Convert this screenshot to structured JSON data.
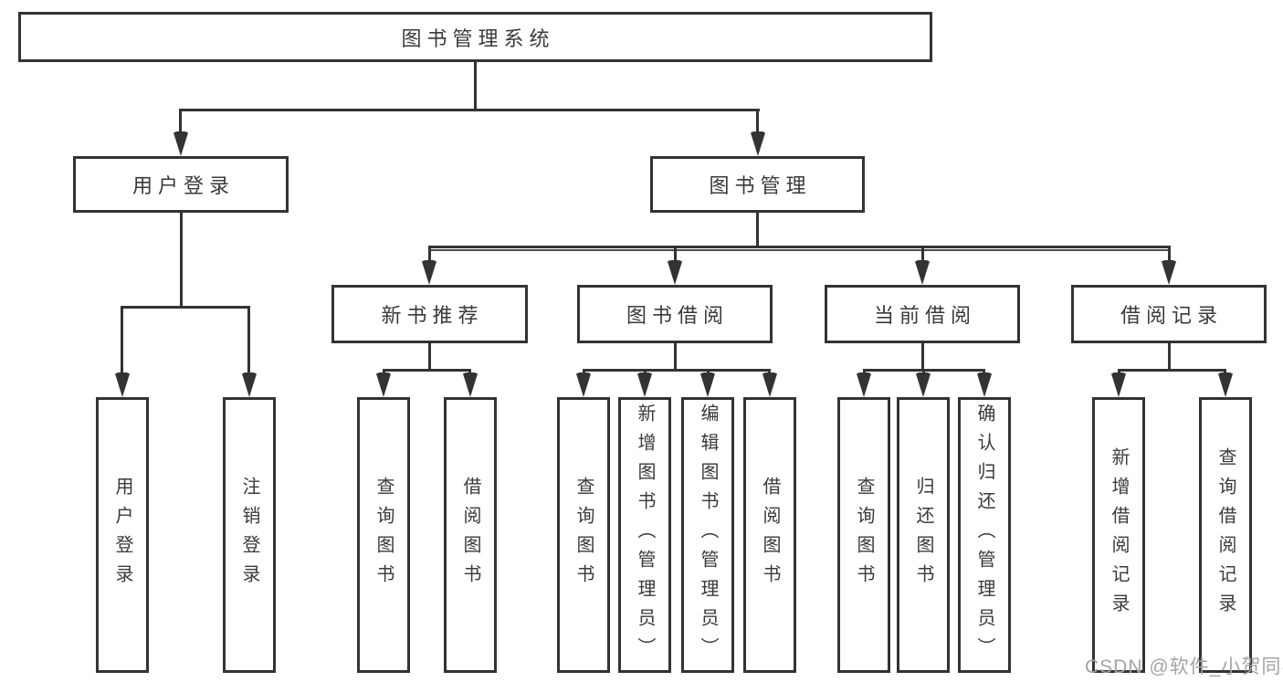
{
  "diagram": {
    "title": "图书管理系统",
    "root": {
      "label": "图书管理系统"
    },
    "level2": [
      {
        "label": "用户登录"
      },
      {
        "label": "图书管理"
      }
    ],
    "level3": [
      {
        "label": "新书推荐"
      },
      {
        "label": "图书借阅"
      },
      {
        "label": "当前借阅"
      },
      {
        "label": "借阅记录"
      }
    ],
    "leaves": [
      {
        "label": "用户登录",
        "parent": "用户登录"
      },
      {
        "label": "注销登录",
        "parent": "用户登录"
      },
      {
        "label": "查询图书",
        "parent": "新书推荐"
      },
      {
        "label": "借阅图书",
        "parent": "新书推荐"
      },
      {
        "label": "查询图书",
        "parent": "图书借阅"
      },
      {
        "label": "新增图书（管理员）",
        "parent": "图书借阅"
      },
      {
        "label": "编辑图书（管理员）",
        "parent": "图书借阅"
      },
      {
        "label": "借阅图书",
        "parent": "图书借阅"
      },
      {
        "label": "查询图书",
        "parent": "当前借阅"
      },
      {
        "label": "归还图书",
        "parent": "当前借阅"
      },
      {
        "label": "确认归还（管理员）",
        "parent": "当前借阅"
      },
      {
        "label": "新增借阅记录",
        "parent": "借阅记录"
      },
      {
        "label": "查询借阅记录",
        "parent": "借阅记录"
      }
    ],
    "watermark": "CSDN @软件_小贺同学",
    "colors": {
      "line": "#333333",
      "text": "#3a3a3a",
      "watermark": "#a4a4a4",
      "background": "#ffffff"
    }
  }
}
